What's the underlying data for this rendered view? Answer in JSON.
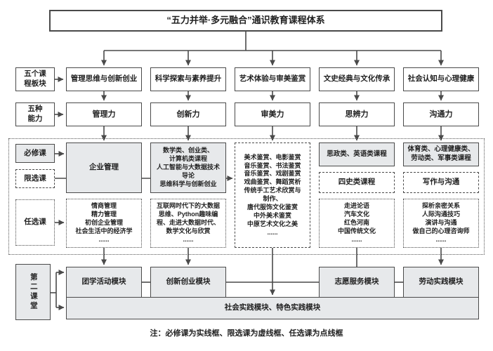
{
  "title": "“五力并举·多元融合”通识教育课程体系",
  "side_labels": {
    "plates": [
      "五个课",
      "程板块"
    ],
    "abilities": [
      "五种",
      "能力"
    ],
    "required": "必修课",
    "limited": "限选课",
    "elective": "任选课",
    "second_classroom": "第二课堂"
  },
  "plates": [
    "管理思维与创新创业",
    "科学探索与素养提升",
    "艺术体验与审美鉴赏",
    "文史经典与文化传承",
    "社会认知与心理健康"
  ],
  "abilities": [
    "管理力",
    "创新力",
    "审美力",
    "思辨力",
    "沟通力"
  ],
  "required_courses": {
    "management": "企业管理",
    "science": [
      "数学类、创业类、",
      "计算机类课程",
      "人工智能与大数据技术",
      "导论",
      "思维科学与创新创业"
    ],
    "history": "思政类、英语类课程",
    "social": [
      "体育类、心理健康类、",
      "劳动类、军事类课程"
    ]
  },
  "limited_courses": {
    "art": [
      "美术鉴赏、电影鉴赏",
      "音乐鉴赏、书法鉴赏",
      "音乐鉴赏、戏剧鉴赏",
      "戏曲鉴赏、舞蹈赏析",
      "传统手工艺术欣赏与",
      "制作、",
      "唐代服饰文化鉴赏",
      "中外美术鉴赏",
      "中原艺术文化之美",
      "......"
    ],
    "history": "四史类课程",
    "social": "写作与沟通"
  },
  "elective_courses": {
    "management": [
      "情商管理",
      "精力管理",
      "初创企业管理",
      "社会生活中的经济学",
      "......"
    ],
    "science": [
      "互联网时代下的大数据",
      "思维、Python趣味编",
      "程、走进大数据时代、",
      "数学文化与欣赏",
      "......"
    ],
    "history": [
      "走进论语",
      "汽车文化",
      "红色河南",
      "中国传统文化",
      "......"
    ],
    "social": [
      "探析亲密关系",
      "人际沟通技巧",
      "演讲与沟通",
      "做自己的心理咨询师",
      "......"
    ]
  },
  "second_classroom_modules": [
    "团学活动模块",
    "创新创业模块",
    "志愿服务模块",
    "劳动实践模块"
  ],
  "practice_module": "社会实践模块、特色实践模块",
  "note": "注：必修课为实线框、限选课为虚线框、任选课为点线框",
  "colors": {
    "line": "#4a4a4a",
    "box_border": "#4a4a4a",
    "gray_fill": "#e7e9eb",
    "text": "#1f1f1f"
  }
}
